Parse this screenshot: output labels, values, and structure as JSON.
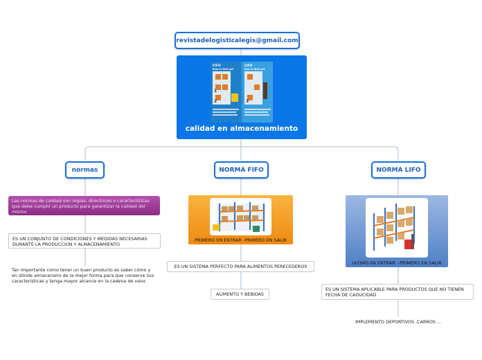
{
  "email": "revistadelogisticalegis@gmail.com",
  "central": {
    "title": "calidad en almacenamiento",
    "image_left_header": "FIFO",
    "image_left_sub": "first in first out",
    "image_right_header": "LIFO",
    "image_right_sub": "last in first out",
    "image_numbers": [
      "1",
      "2",
      "3"
    ]
  },
  "branches": [
    {
      "label": "normas",
      "items": [
        "Las normas de calidad son reglas, directrices o características que debe cumplir un producto  para garantizar la calidad del mismo",
        "ES  UN CONJUNTO DE CONDICIONES Y MEDIDAS NECESARIAS DURANTE LA PRODUCCION Y ALMACENAMIENTO",
        "Tan importante como tener un buen producto es saber cómo y en dónde almacenarlo de la mejor forma para que conserve sus características y tenga mayor alcance en la cadena de valor."
      ]
    },
    {
      "label": "NORMA FIFO",
      "image_caption": "PRIMERO EN ENTRAR -PRIMERO EN SALIR",
      "items": [
        "ES UN SISTEMA PERFECTO PARA ALIMENTOS PERECEDEROS",
        "ALIMENTO Y  BEBIDAS"
      ]
    },
    {
      "label": "NORMA LIFO",
      "image_caption": "ULTIMO EN ENTRAR - PRIMERO EN SALIR",
      "items": [
        "ES UN SISTEMA APLICABLE PARA PRODUCTOS QUE NO TIENEN FECHA DE CADUCIDAD",
        "IMPLEMENTO DEPORTIVOS ,CARROS ..."
      ]
    }
  ],
  "colors": {
    "accent": "#0a76e8",
    "pill_border": "#1b6fd6",
    "fifo_orange": "#f4951a",
    "lifo_blue": "#6e9bd6",
    "normas_purple": "#9b3a95",
    "connector": "#b9c6d6"
  }
}
